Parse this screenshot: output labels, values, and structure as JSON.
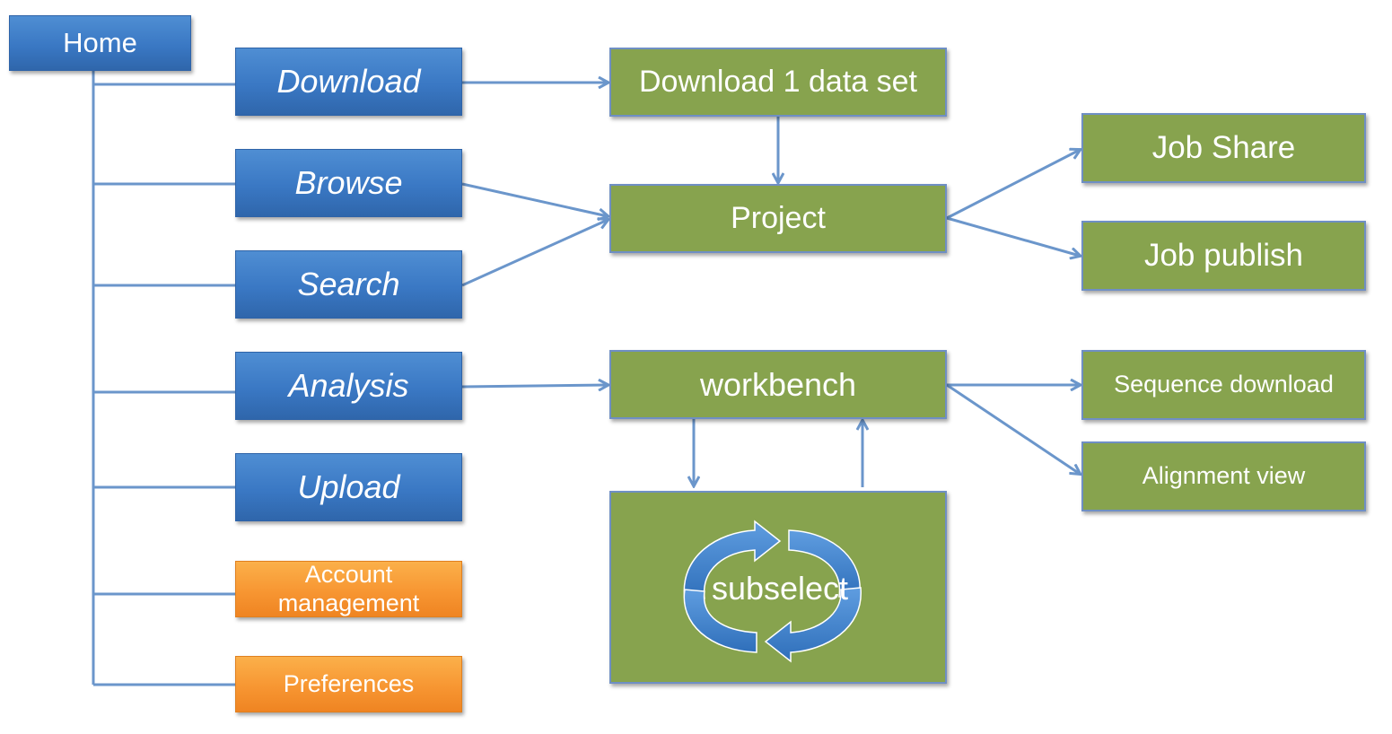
{
  "home": {
    "label": "Home"
  },
  "nav": {
    "download": "Download",
    "browse": "Browse",
    "search": "Search",
    "analysis": "Analysis",
    "upload": "Upload",
    "account_management": "Account management",
    "preferences": "Preferences"
  },
  "flow": {
    "download_one": "Download 1 data set",
    "project": "Project",
    "workbench": "workbench",
    "subselect": "subselect",
    "job_share": "Job Share",
    "job_publish": "Job publish",
    "sequence_download": "Sequence download",
    "alignment_view": "Alignment view"
  },
  "colors": {
    "nav_blue": "#3a78c4",
    "nav_orange": "#f79632",
    "flow_green": "#87a34e",
    "connector": "#6b96cb"
  }
}
